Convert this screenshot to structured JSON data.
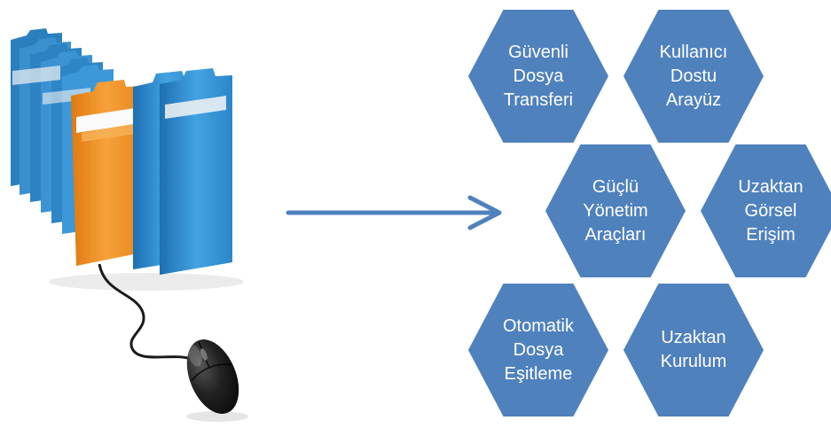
{
  "illustration": {
    "icon": "folders-with-mouse-icon",
    "colors": {
      "blue_folder": "#3d9ad9",
      "orange_folder": "#f08a1c",
      "mouse": "#1e1e1e"
    }
  },
  "arrow": {
    "icon": "arrow-right-icon",
    "color": "#4f81bd"
  },
  "hexagons": {
    "color": "#4f81bd",
    "text_color": "#ffffff",
    "items": [
      {
        "label": "Güvenli\nDosya\nTransferi"
      },
      {
        "label": "Kullanıcı\nDostu\nArayüz"
      },
      {
        "label": "Güçlü\nYönetim\nAraçları"
      },
      {
        "label": "Uzaktan\nGörsel\nErişim"
      },
      {
        "label": "Otomatik\nDosya\nEşitleme"
      },
      {
        "label": "Uzaktan\nKurulum"
      }
    ]
  }
}
